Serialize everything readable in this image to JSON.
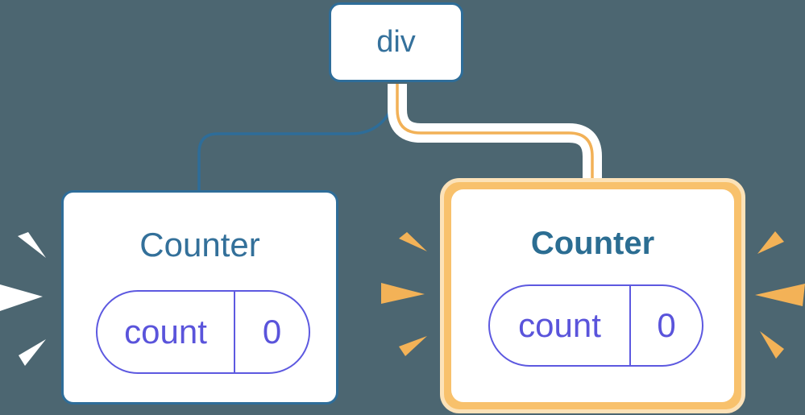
{
  "diagram": {
    "description": "React component tree: div root with two Counter children; right Counter re-rendering highlighted",
    "background_color": "#4c6671",
    "root": {
      "label": "div"
    },
    "left_counter": {
      "title": "Counter",
      "state_key": "count",
      "state_value": "0",
      "border_color": "#2e6d99",
      "spark_color": "#ffffff"
    },
    "right_counter": {
      "title": "Counter",
      "state_key": "count",
      "state_value": "0",
      "border_outer_color": "#fce2b8",
      "border_inner_color": "#f8c16c",
      "spark_color": "#f3b257"
    },
    "connectors": {
      "left_edge_color": "#2e6d99",
      "right_edge_color": "#f2b157",
      "right_edge_halo_color": "#ffffff"
    },
    "palette": {
      "blue_stroke": "#2e6d99",
      "heading_blue": "#33709a",
      "purple_stroke": "#5d59e0",
      "purple_text": "#5a54db",
      "orange_line": "#f2b157",
      "orange_band": "#f8c16c",
      "cream_band": "#fce2b8",
      "card_white": "#ffffff"
    }
  }
}
